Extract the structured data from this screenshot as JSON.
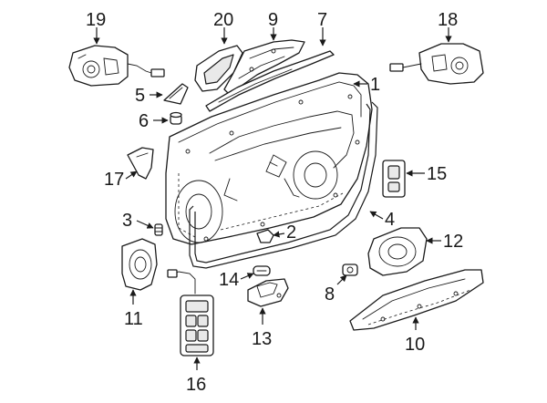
{
  "callouts": {
    "c1": "1",
    "c2": "2",
    "c3": "3",
    "c4": "4",
    "c5": "5",
    "c6": "6",
    "c7": "7",
    "c8": "8",
    "c9": "9",
    "c10": "10",
    "c11": "11",
    "c12": "12",
    "c13": "13",
    "c14": "14",
    "c15": "15",
    "c16": "16",
    "c17": "17",
    "c18": "18",
    "c19": "19",
    "c20": "20"
  },
  "colors": {
    "line": "#1a1a1a",
    "shade": "#e9e9e9",
    "background": "#ffffff"
  }
}
